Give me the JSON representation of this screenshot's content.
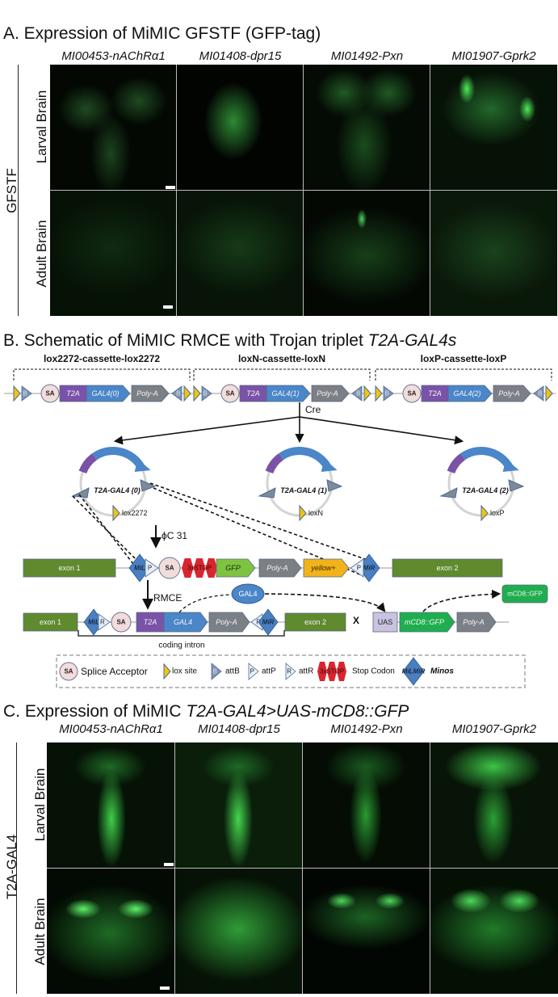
{
  "panel_a": {
    "title": "A. Expression of MiMIC GFSTF (GFP-tag)",
    "columns": [
      "MI00453-nAChRα1",
      "MI01408-dpr15",
      "MI01492-Pxn",
      "MI01907-Gprk2"
    ],
    "group_label": "GFSTF",
    "rows": [
      "Larval Brain",
      "Adult Brain"
    ]
  },
  "panel_b": {
    "title_plain": "B. Schematic of MiMIC RMCE with Trojan triplet ",
    "title_italic": "T2A-GAL4s",
    "bracket_labels": [
      "lox2272-cassette-lox2272",
      "loxN-cassette-loxN",
      "loxP-cassette-loxP"
    ],
    "cassettes": [
      {
        "attB": "B",
        "sa": "SA",
        "t2a": "T2A",
        "gal4": "GAL4(0)",
        "polya": "Poly-A"
      },
      {
        "attB": "B",
        "sa": "SA",
        "t2a": "T2A",
        "gal4": "GAL4(1)",
        "polya": "Poly-A"
      },
      {
        "attB": "B",
        "sa": "SA",
        "t2a": "T2A",
        "gal4": "GAL4(2)",
        "polya": "Poly-A"
      }
    ],
    "cre": "Cre",
    "circles": [
      {
        "label": "T2A-GAL4 (0)",
        "lox": "lox2272"
      },
      {
        "label": "T2A-GAL4 (1)",
        "lox": "loxN"
      },
      {
        "label": "T2A-GAL4 (2)",
        "lox": "loxP"
      }
    ],
    "phic31": "ϕC 31",
    "mimic_row": {
      "exon1": "exon 1",
      "mil": "MiL",
      "attP": "P",
      "sa": "SA",
      "stop": "3xSTOP",
      "gfp": "GFP",
      "polya": "Poly-A",
      "yellow": "yellow+",
      "attP2": "P",
      "mir": "MiR",
      "exon2": "exon 2"
    },
    "rmce": "RMCE",
    "gal4_protein": "GAL4",
    "trojan_row": {
      "exon1": "exon 1",
      "mil": "MiL",
      "attR": "R",
      "sa": "SA",
      "t2a": "T2A",
      "gal4": "GAL4",
      "polya": "Poly-A",
      "attR2": "R",
      "mir": "MiR",
      "exon2": "exon 2"
    },
    "cross": "X",
    "reporter": {
      "uas": "UAS",
      "mcd8": "mCD8::GFP",
      "polya": "Poly-A"
    },
    "mcd8_protein": "mCD8::GFP",
    "coding_intron": "coding intron",
    "legend": {
      "sa_symbol": "SA",
      "sa": "Splice Acceptor",
      "lox": "lox site",
      "attB_symbol": "B",
      "attB": "attB",
      "attP_symbol": "P",
      "attP": "attP",
      "attR_symbol": "R",
      "attR": "attR",
      "stop_symbol": "3xSTOP",
      "stop": "Stop Codon",
      "minos_symbol": "MiLMiR",
      "minos": "Minos"
    },
    "colors": {
      "t2a": "#7a52a8",
      "gal4": "#4a86c8",
      "polya": "#7b7f86",
      "exon": "#5f8a2e",
      "gfp": "#7dc342",
      "yellow": "#f2b21c",
      "stop": "#d9262e",
      "sa": "#f2dcdc",
      "lox": "#f1c40f",
      "mcd8": "#1fae4f"
    }
  },
  "panel_c": {
    "title_plain": "C. Expression of MiMIC ",
    "title_italic": "T2A-GAL4>UAS-mCD8::GFP",
    "columns": [
      "MI00453-nAChRα1",
      "MI01408-dpr15",
      "MI01492-Pxn",
      "MI01907-Gprk2"
    ],
    "group_label": "T2A-GAL4",
    "rows": [
      "Larval Brain",
      "Adult Brain"
    ]
  }
}
